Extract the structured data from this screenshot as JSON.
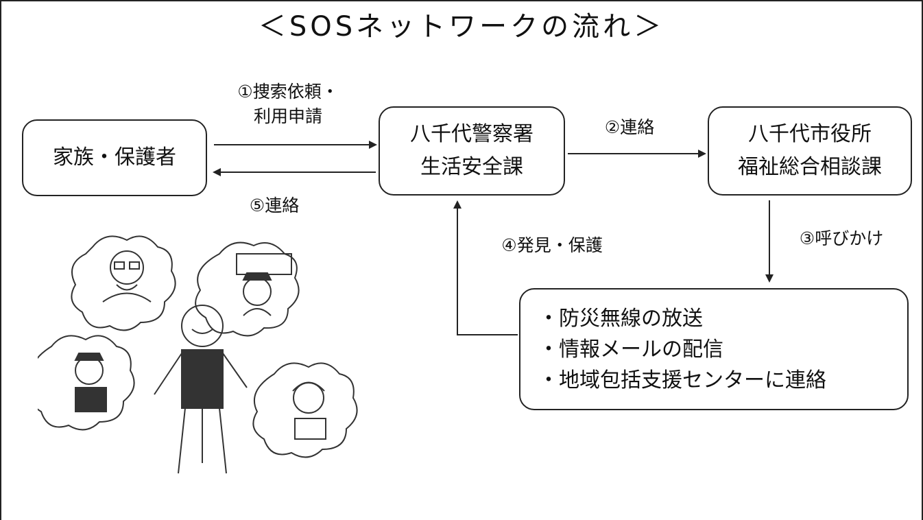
{
  "title": "＜SOSネットワークの流れ＞",
  "nodes": {
    "family": "家族・保護者",
    "police": [
      "八千代警察署",
      "生活安全課"
    ],
    "city": [
      "八千代市役所",
      "福祉総合相談課"
    ]
  },
  "steps": {
    "step1": [
      "①捜索依頼・",
      "利用申請"
    ],
    "step2": "②連絡",
    "step3": "③呼びかけ",
    "step4": "④発見・保護",
    "step5": "⑤連絡"
  },
  "actions": [
    "・防災無線の放送",
    "・情報メールの配信",
    "・地域包括支援センターに連絡"
  ],
  "colors": {
    "line": "#222222",
    "background": "#ffffff"
  },
  "illustration": {
    "icon": "people-network-illustration"
  }
}
